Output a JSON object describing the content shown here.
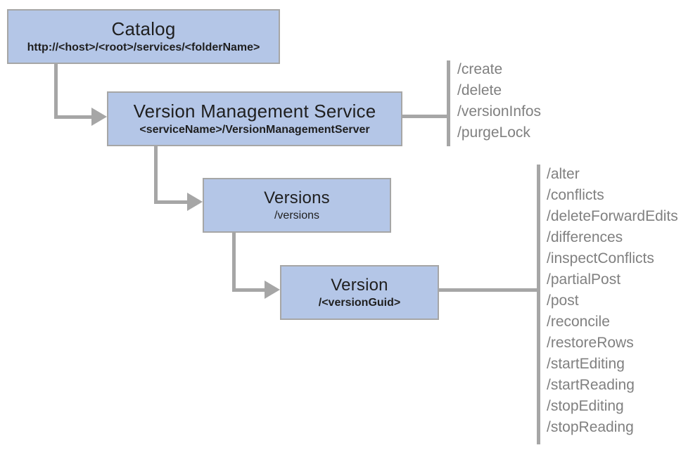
{
  "diagram": {
    "title_hint": "REST service hierarchy diagram",
    "colors": {
      "box_fill": "#b4c6e7",
      "box_border": "#a6a6a6",
      "connector": "#a6a6a6",
      "ops_text": "#808080",
      "box_text": "#1f1f1f",
      "background": "#ffffff"
    },
    "nodes": [
      {
        "id": "catalog",
        "title": "Catalog",
        "subtitle": "http://<host>/<root>/services/<folderName>"
      },
      {
        "id": "vms",
        "title": "Version Management Service",
        "subtitle": "<serviceName>/VersionManagementServer"
      },
      {
        "id": "versions",
        "title": "Versions",
        "subtitle": "/versions"
      },
      {
        "id": "version",
        "title": "Version",
        "subtitle": "/<versionGuid>"
      }
    ],
    "ops_lists": [
      {
        "attached_to": "vms",
        "items": [
          "/create",
          "/delete",
          "/versionInfos",
          "/purgeLock"
        ]
      },
      {
        "attached_to": "version",
        "items": [
          "/alter",
          "/conflicts",
          "/deleteForwardEdits",
          "/differences",
          "/inspectConflicts",
          "/partialPost",
          "/post",
          "/reconcile",
          "/restoreRows",
          "/startEditing",
          "/startReading",
          "/stopEditing",
          "/stopReading"
        ]
      }
    ]
  }
}
